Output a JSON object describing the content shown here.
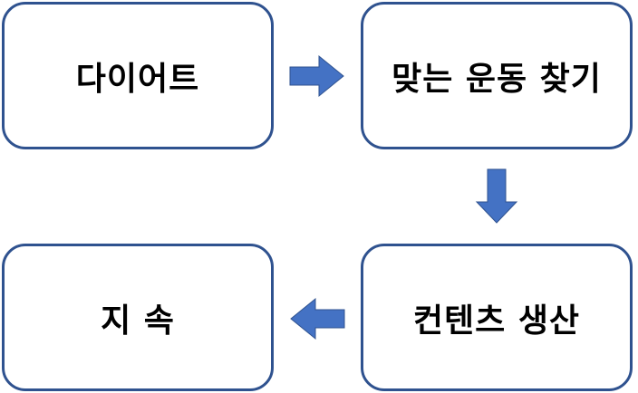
{
  "diagram": {
    "colors": {
      "box_border": "#2f528f",
      "box_fill": "#ffffff",
      "arrow_fill": "#4472c4",
      "arrow_stroke": "#2f528f",
      "text": "#000000"
    },
    "steps": [
      {
        "label": "다이어트"
      },
      {
        "label": "맞는 운동 찾기"
      },
      {
        "label": "컨텐츠 생산"
      },
      {
        "label": "지 속"
      }
    ],
    "connectors": [
      {
        "from": "다이어트",
        "to": "맞는 운동 찾기",
        "direction": "right"
      },
      {
        "from": "맞는 운동 찾기",
        "to": "컨텐츠 생산",
        "direction": "down"
      },
      {
        "from": "컨텐츠 생산",
        "to": "지 속",
        "direction": "left"
      }
    ]
  }
}
